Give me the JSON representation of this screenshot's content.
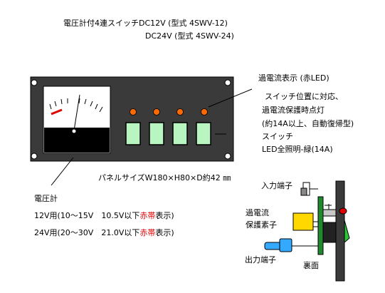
{
  "title": {
    "line1": "電圧計付4連スイッチDC12V (型式 4SWV-12)",
    "line2": "DC24V (型式 4SWV-24)"
  },
  "callouts": {
    "overcurrent_title": "過電流表示 (赤LED)",
    "overcurrent_desc1": "スイッチ位置に対応、",
    "overcurrent_desc2": "過電流保護時点灯",
    "overcurrent_desc3": "(約14A以上、自動復帰型)",
    "switch_title": "スイッチ",
    "switch_desc": "LED全照明-緑(14A)"
  },
  "panel_size": "パネルサイズW180×H80×D約42 ㎜",
  "voltmeter": {
    "label": "電圧計",
    "row12_a": "12V用(10～15V　10.5V以下",
    "row12_red": "赤帯",
    "row12_b": "表示)",
    "row24_a": "24V用(20～30V　21.0V以下",
    "row24_red": "赤帯",
    "row24_b": "表示)"
  },
  "back_view": {
    "input_terminal": "入力端子",
    "protection_line1": "過電流",
    "protection_line2": "保護素子",
    "output_terminal": "出力端子",
    "rear": "裏面"
  },
  "colors": {
    "panel": "#3a3a3a",
    "led_orange": "#ff6a00",
    "switch_green": "#b8f5c0",
    "red_band": "#e00000",
    "pcb_green": "#1f8a2b",
    "protector_yellow": "#ffd800",
    "terminal_blue": "#33aaff"
  }
}
